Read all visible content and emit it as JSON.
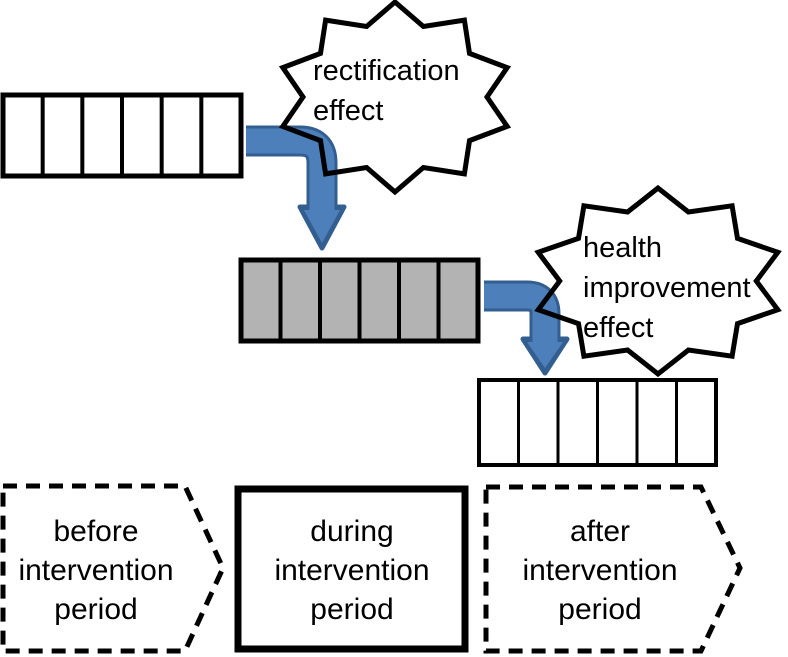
{
  "figure": {
    "background_color": "#ffffff",
    "colors": {
      "outline": "#000000",
      "text": "#000000",
      "arrow_fill": "#4d7fba",
      "arrow_outline": "#335e90",
      "bar_white_fill": "#ffffff",
      "bar_gray_fill": "#b3b3b3"
    },
    "bars": [
      {
        "id": "before-period-bar",
        "segments": 6,
        "fill": "white"
      },
      {
        "id": "during-period-bar",
        "segments": 6,
        "fill": "gray"
      },
      {
        "id": "after-period-bar",
        "segments": 6,
        "fill": "white"
      }
    ],
    "effects": [
      {
        "id": "rectification-effect",
        "label": "rectification\neffect"
      },
      {
        "id": "health-improvement-effect",
        "label": "health\nimprovement\neffect"
      }
    ],
    "periods": [
      {
        "id": "before",
        "label": "before\nintervention\nperiod"
      },
      {
        "id": "during",
        "label": "during\nintervention\nperiod"
      },
      {
        "id": "after",
        "label": "after\nintervention\nperiod"
      }
    ]
  }
}
